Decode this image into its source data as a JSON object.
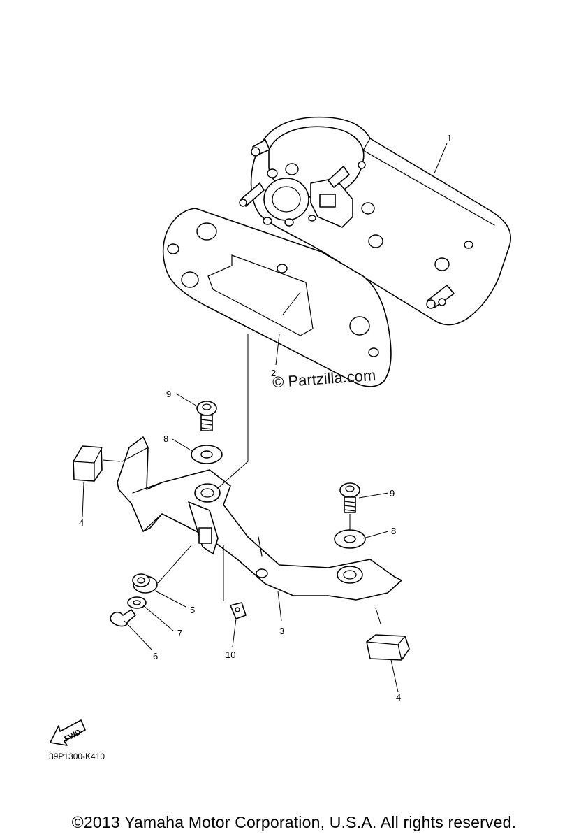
{
  "diagram": {
    "drawing_code": "39P1300-K410",
    "watermark": "© Partzilla.com",
    "fwd_label": "FWD",
    "copyright": "©2013 Yamaha Motor Corporation, U.S.A. All rights reserved.",
    "callouts": {
      "c1": "1",
      "c2": "2",
      "c3": "3",
      "c4a": "4",
      "c4b": "4",
      "c5": "5",
      "c6": "6",
      "c7": "7",
      "c8a": "8",
      "c8b": "8",
      "c9a": "9",
      "c9b": "9",
      "c10": "10"
    }
  }
}
